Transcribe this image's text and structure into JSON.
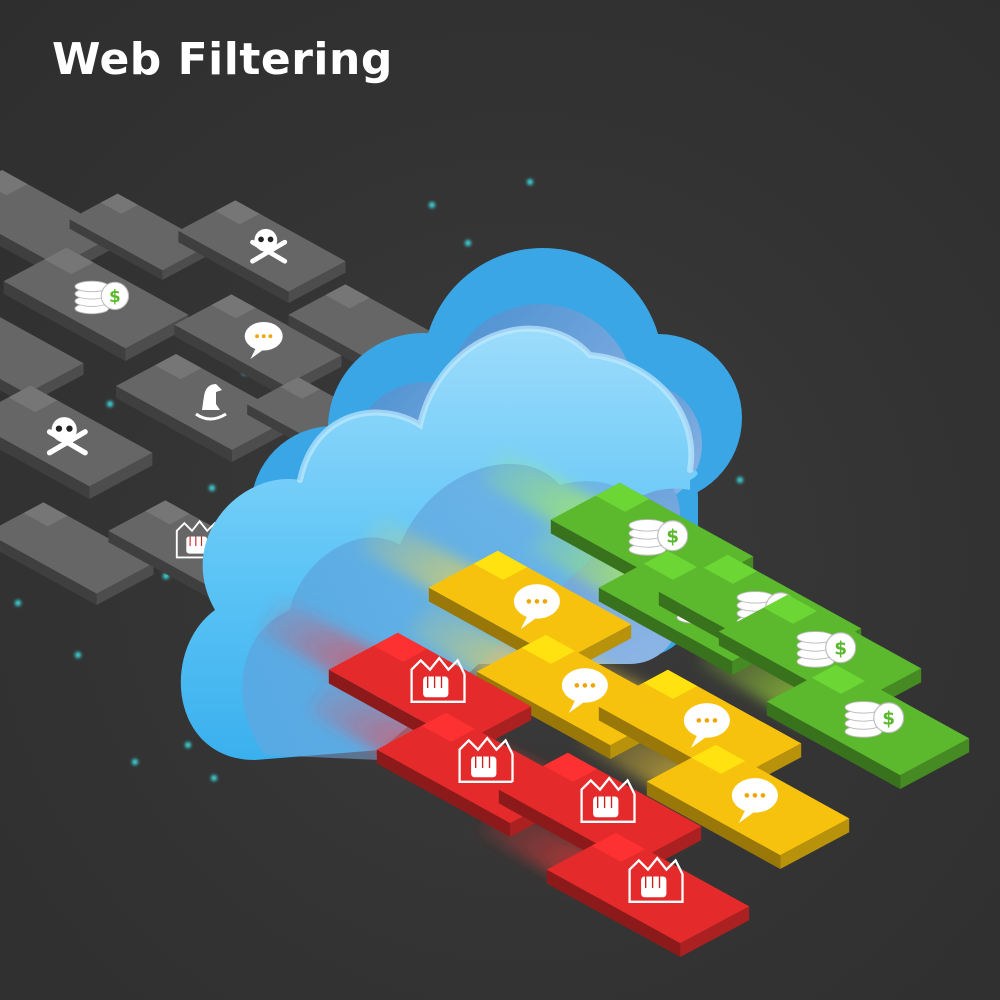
{
  "title": "Web Filtering",
  "colors": {
    "background": "#333333",
    "gray_card": "#666666",
    "cloud": "#4fc3f7",
    "green": "#5cb82d",
    "yellow": "#f7c20e",
    "red": "#e42a2a",
    "particle": "#3ee0e6"
  },
  "icons": {
    "money": "coins-dollar-icon",
    "chat": "speech-bubble-icon",
    "skull": "skull-crossbones-icon",
    "horse": "rocking-horse-icon",
    "fist": "fist-icon"
  },
  "incoming_cards": [
    {
      "icon": ""
    },
    {
      "icon": ""
    },
    {
      "icon": "skull"
    },
    {
      "icon": "money"
    },
    {
      "icon": "chat"
    },
    {
      "icon": ""
    },
    {
      "icon": ""
    },
    {
      "icon": "horse"
    },
    {
      "icon": ""
    },
    {
      "icon": "skull"
    },
    {
      "icon": ""
    },
    {
      "icon": "fist"
    }
  ],
  "filtered_streams": [
    {
      "category": "money",
      "color": "green",
      "count": 5
    },
    {
      "category": "chat",
      "color": "yellow",
      "count": 4
    },
    {
      "category": "fist",
      "color": "red",
      "count": 4
    }
  ]
}
